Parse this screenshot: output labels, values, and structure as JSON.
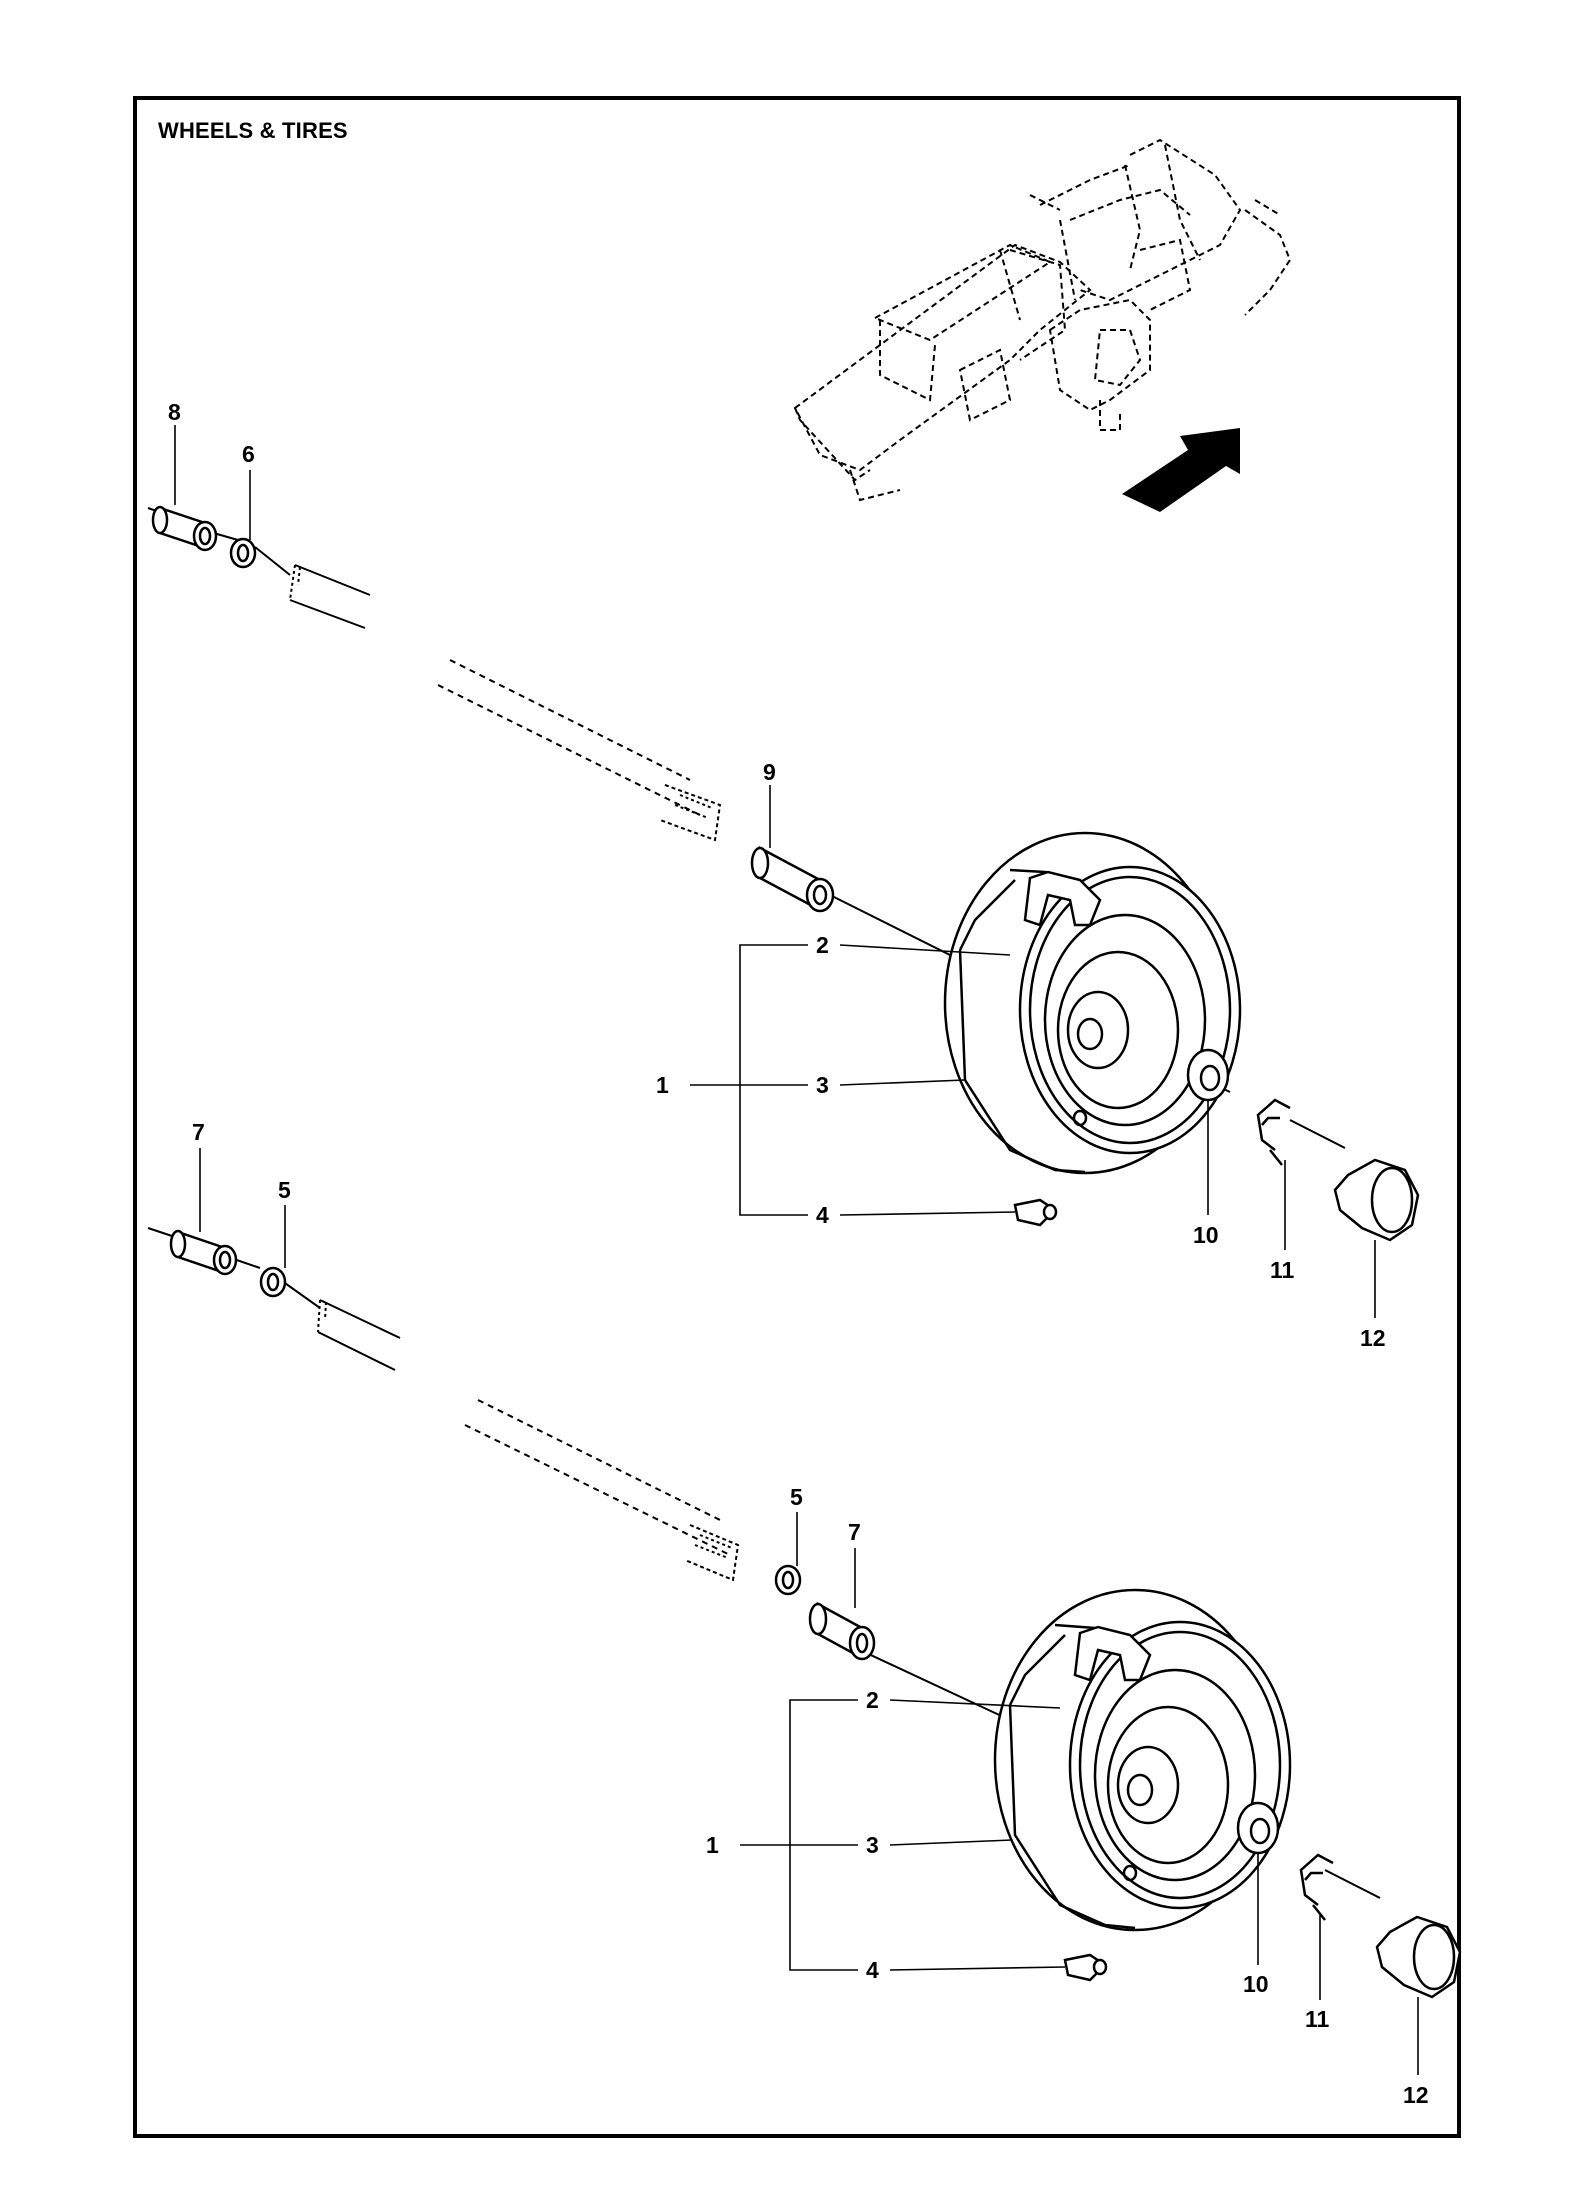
{
  "title": "WHEELS & TIRES",
  "callouts": {
    "top": {
      "c8": "8",
      "c6": "6",
      "c9": "9",
      "c2": "2",
      "c3": "3",
      "c1": "1",
      "c4": "4",
      "c7": "7",
      "c5": "5",
      "c10": "10",
      "c11": "11",
      "c12": "12"
    },
    "bottom": {
      "c5": "5",
      "c7": "7",
      "c2": "2",
      "c3": "3",
      "c1": "1",
      "c4": "4",
      "c10": "10",
      "c11": "11",
      "c12": "12"
    }
  }
}
